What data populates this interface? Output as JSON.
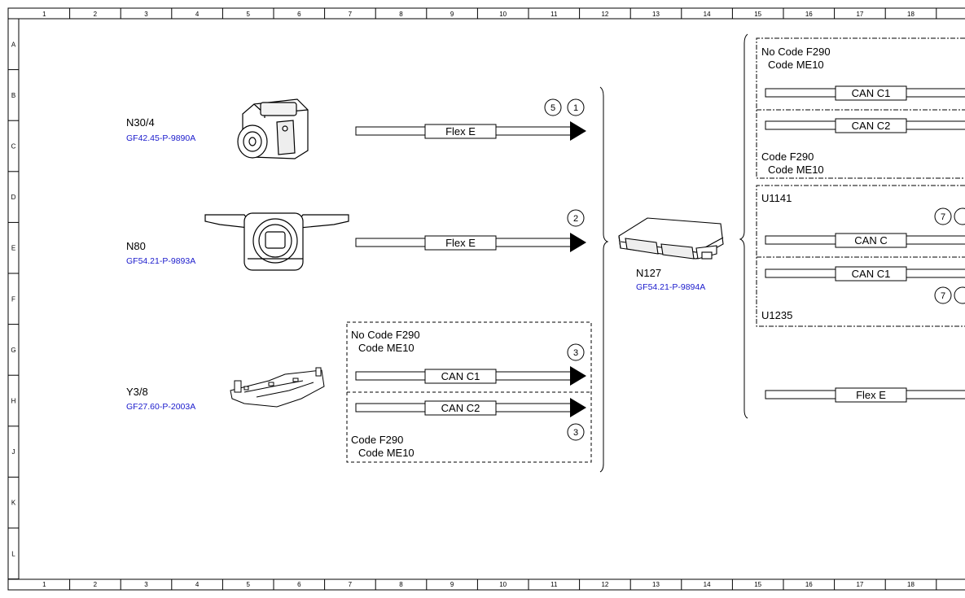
{
  "grid": {
    "columns": [
      "1",
      "2",
      "3",
      "4",
      "5",
      "6",
      "7",
      "8",
      "9",
      "10",
      "11",
      "12",
      "13",
      "14",
      "15",
      "16",
      "17",
      "18"
    ],
    "rows": [
      "A",
      "B",
      "C",
      "D",
      "E",
      "F",
      "G",
      "H",
      "J",
      "K",
      "L"
    ]
  },
  "components": {
    "n30_4": {
      "name": "N30/4",
      "ref": "GF42.45-P-9890A"
    },
    "n80": {
      "name": "N80",
      "ref": "GF54.21-P-9893A"
    },
    "y3_8": {
      "name": "Y3/8",
      "ref": "GF27.60-P-2003A"
    },
    "n127": {
      "name": "N127",
      "ref": "GF54.21-P-9894A"
    }
  },
  "left_buses": {
    "flex1": {
      "label": "Flex E",
      "markers": [
        "5",
        "1"
      ]
    },
    "flex2": {
      "label": "Flex E",
      "markers": [
        "2"
      ]
    },
    "can_c1": {
      "label": "CAN C1",
      "marker": "3"
    },
    "can_c2": {
      "label": "CAN C2",
      "marker": "3"
    }
  },
  "left_box": {
    "top_line1": "No Code F290",
    "top_line2": "Code ME10",
    "bottom_line1": "Code F290",
    "bottom_line2": "Code ME10"
  },
  "right_box1": {
    "top_line1": "No Code F290",
    "top_line2": "Code ME10",
    "bus1": "CAN C1",
    "bus2": "CAN C2",
    "bottom_line1": "Code F290",
    "bottom_line2": "Code ME10"
  },
  "right_box2": {
    "top_label": "U1141",
    "bus1": "CAN C",
    "marker1": "7",
    "bus2": "CAN C1",
    "marker2": "7",
    "bottom_label": "U1235"
  },
  "right_flex": {
    "label": "Flex E"
  },
  "colors": {
    "line": "#000000",
    "reference": "#1a1acc"
  }
}
